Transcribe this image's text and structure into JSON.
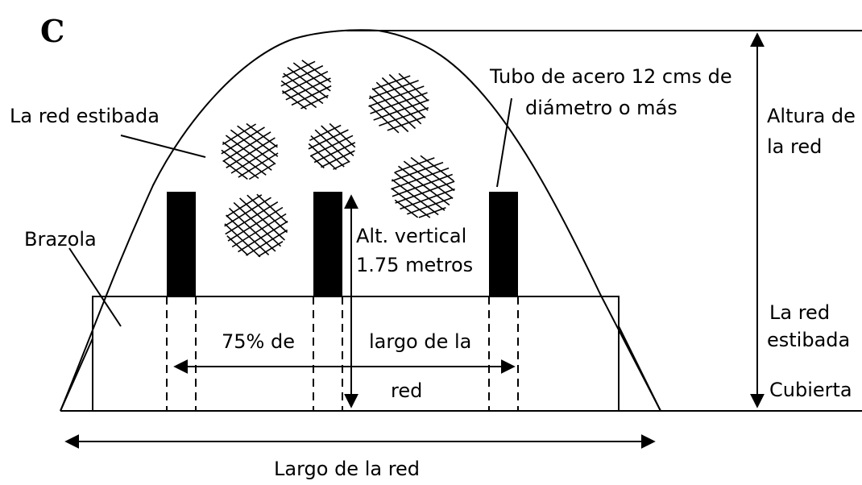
{
  "panel_letter": "C",
  "labels": {
    "net_stowed_top": "La red estibada",
    "tube_line1": "Tubo de acero 12 cms de",
    "tube_line2": "diámetro o más",
    "net_height_line1": "Altura de",
    "net_height_line2": "la red",
    "coaming": "Brazola",
    "vertical_line1": "Alt. vertical",
    "vertical_line2": "1.75 metros",
    "net_stowed_right_line1": "La red",
    "net_stowed_right_line2": "estibada",
    "deck": "Cubierta",
    "pct_line1a": "75% de",
    "pct_line1b": "largo de la",
    "pct_line2": "red",
    "net_length": "Largo de la red"
  }
}
